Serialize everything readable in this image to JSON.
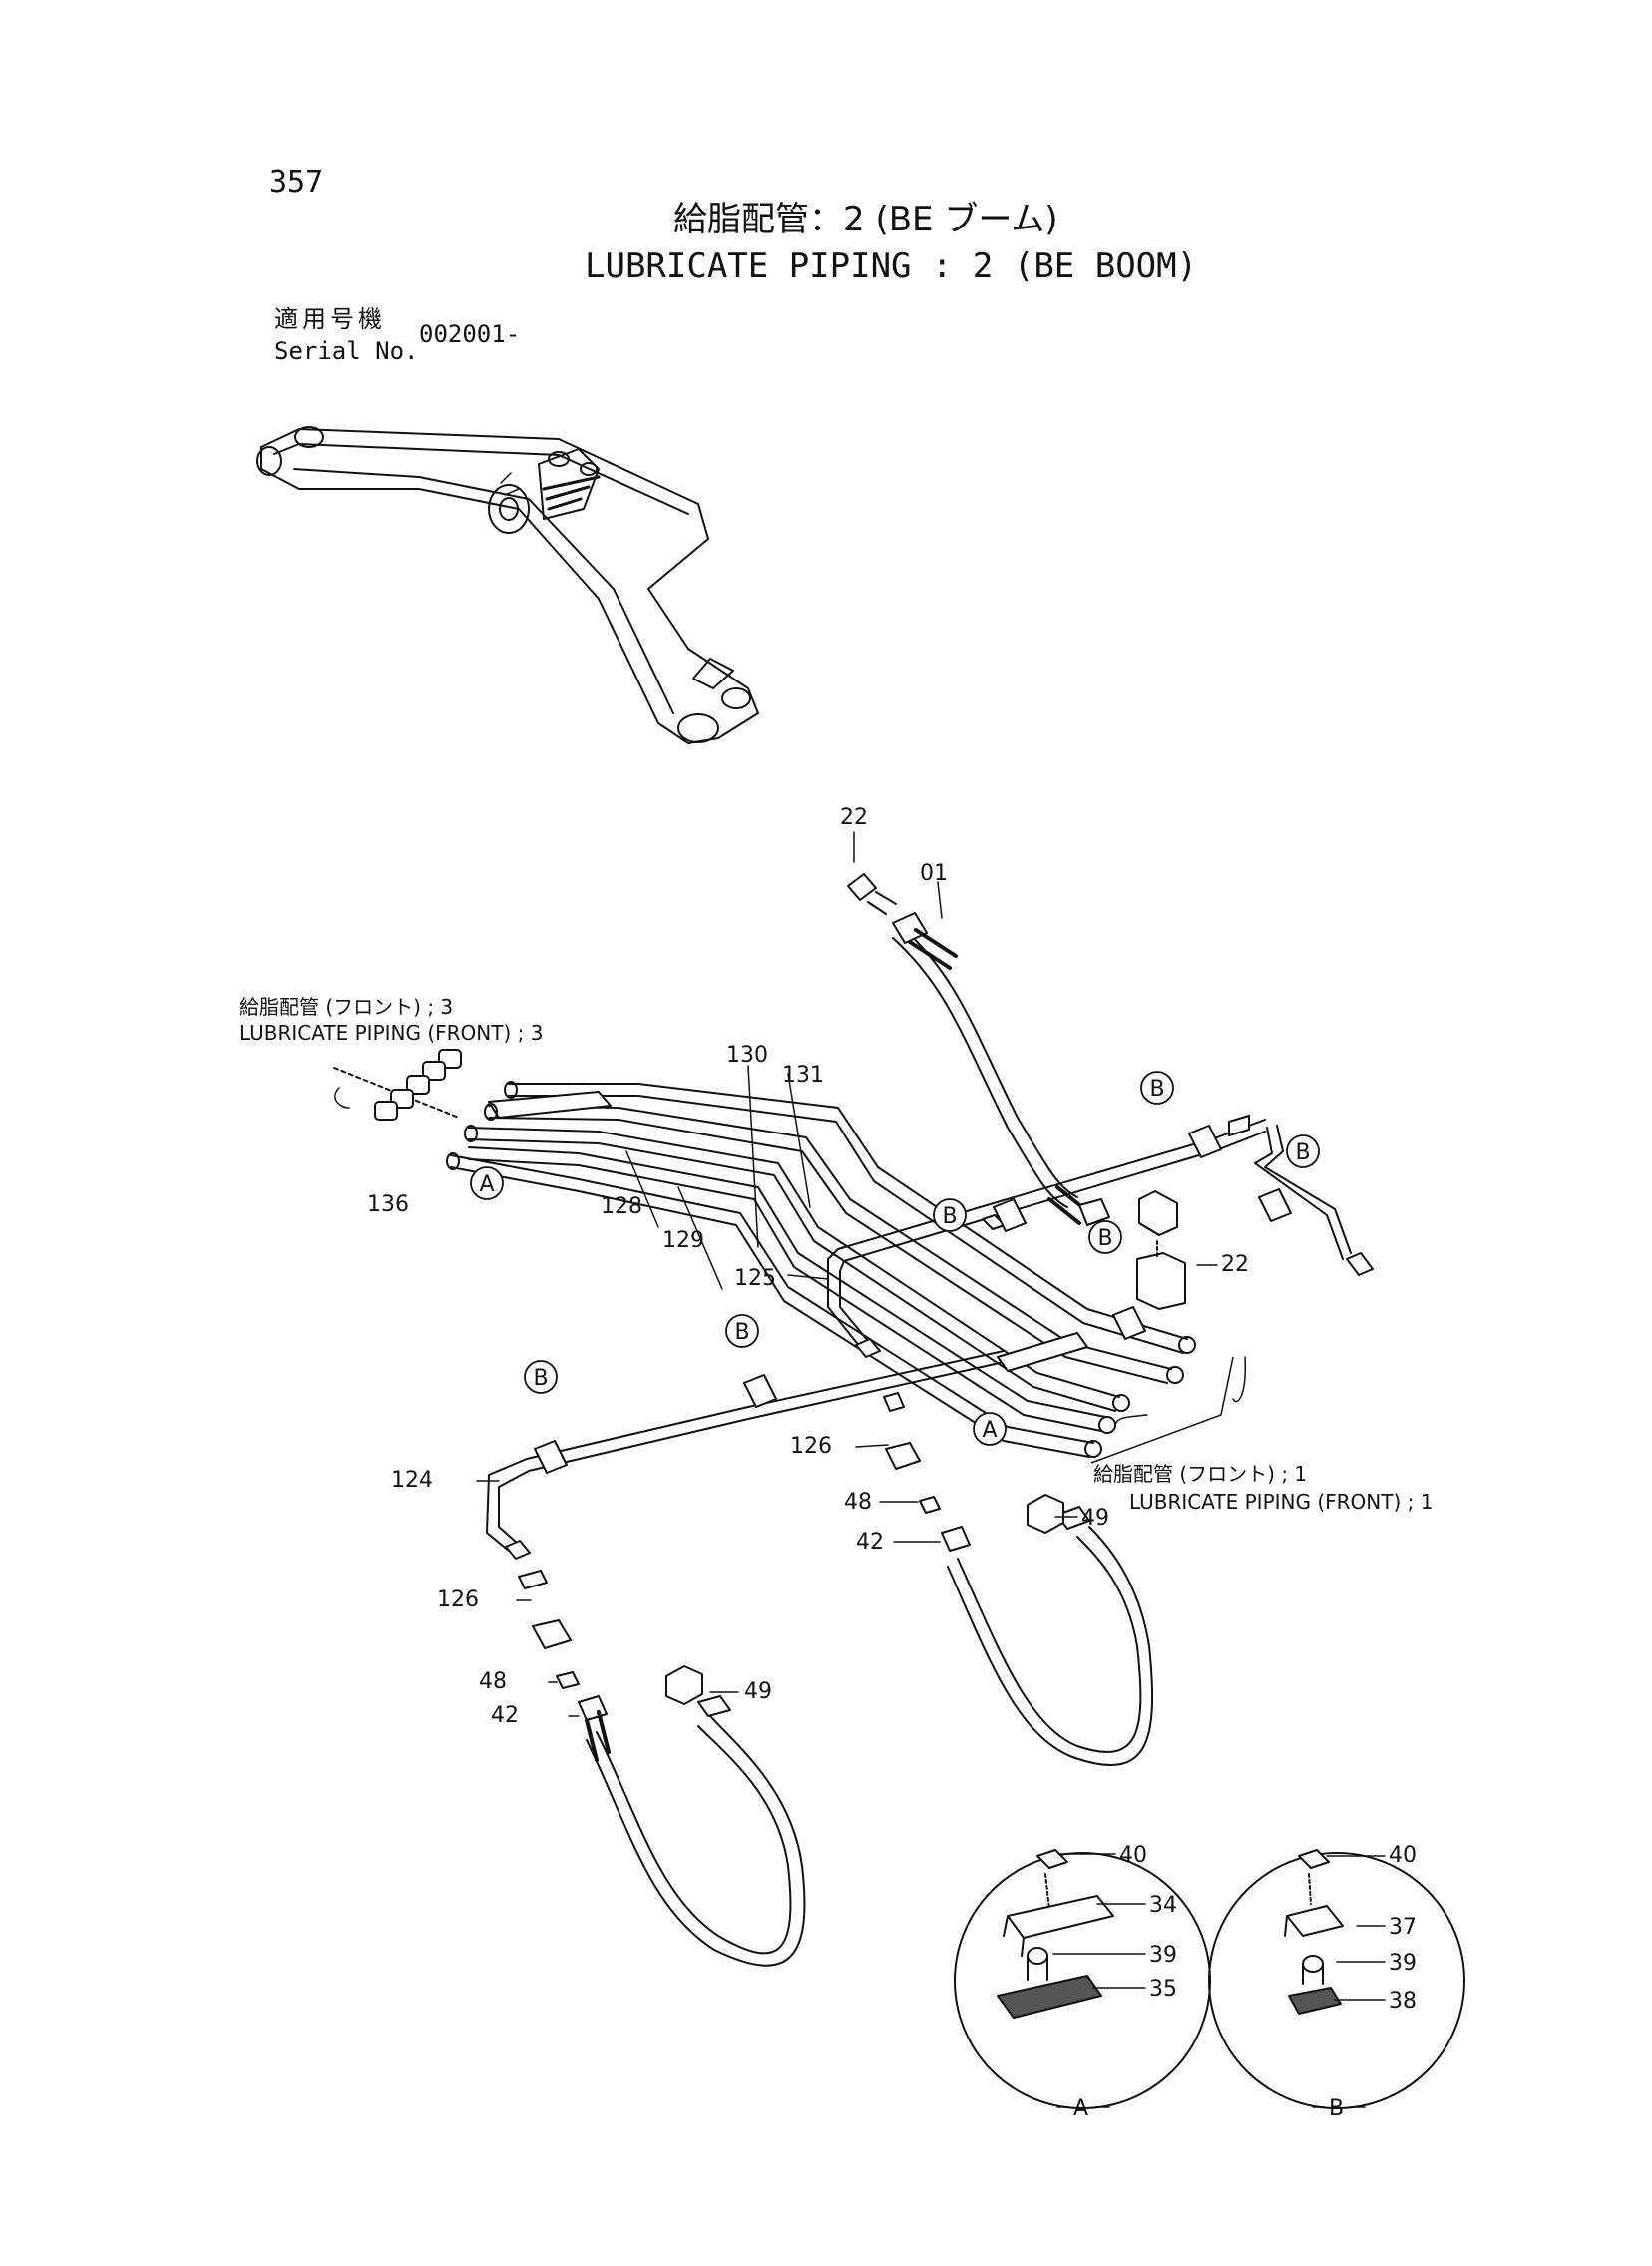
{
  "header": {
    "page_number": "357",
    "title_jp": "給脂配管：2 (BE ブーム)",
    "title_en": "LUBRICATE PIPING : 2 (BE BOOM)",
    "serial_label_jp": "適用号機",
    "serial_label_en": "Serial No.",
    "serial_value": "002001-"
  },
  "references": {
    "front3_jp": "給脂配管 (フロント) ; 3",
    "front3_en": "LUBRICATE PIPING (FRONT) ; 3",
    "front1_jp": "給脂配管 (フロント) ; 1",
    "front1_en": "LUBRICATE PIPING (FRONT) ; 1"
  },
  "part_labels": {
    "p22a": "22",
    "p01": "01",
    "p130": "130",
    "p131": "131",
    "p136": "136",
    "p128": "128",
    "p129": "129",
    "p22b": "22",
    "p125": "125",
    "p124": "124",
    "p126a": "126",
    "p126b": "126",
    "p48a": "48",
    "p48b": "48",
    "p42a": "42",
    "p42b": "42",
    "p49a": "49",
    "p49b": "49",
    "dA40": "40",
    "dA34": "34",
    "dA39": "39",
    "dA35": "35",
    "dB40": "40",
    "dB37": "37",
    "dB39": "39",
    "dB38": "38"
  },
  "callouts": {
    "A": "A",
    "B": "B"
  },
  "detail_captions": {
    "A": "A",
    "B": "B"
  }
}
